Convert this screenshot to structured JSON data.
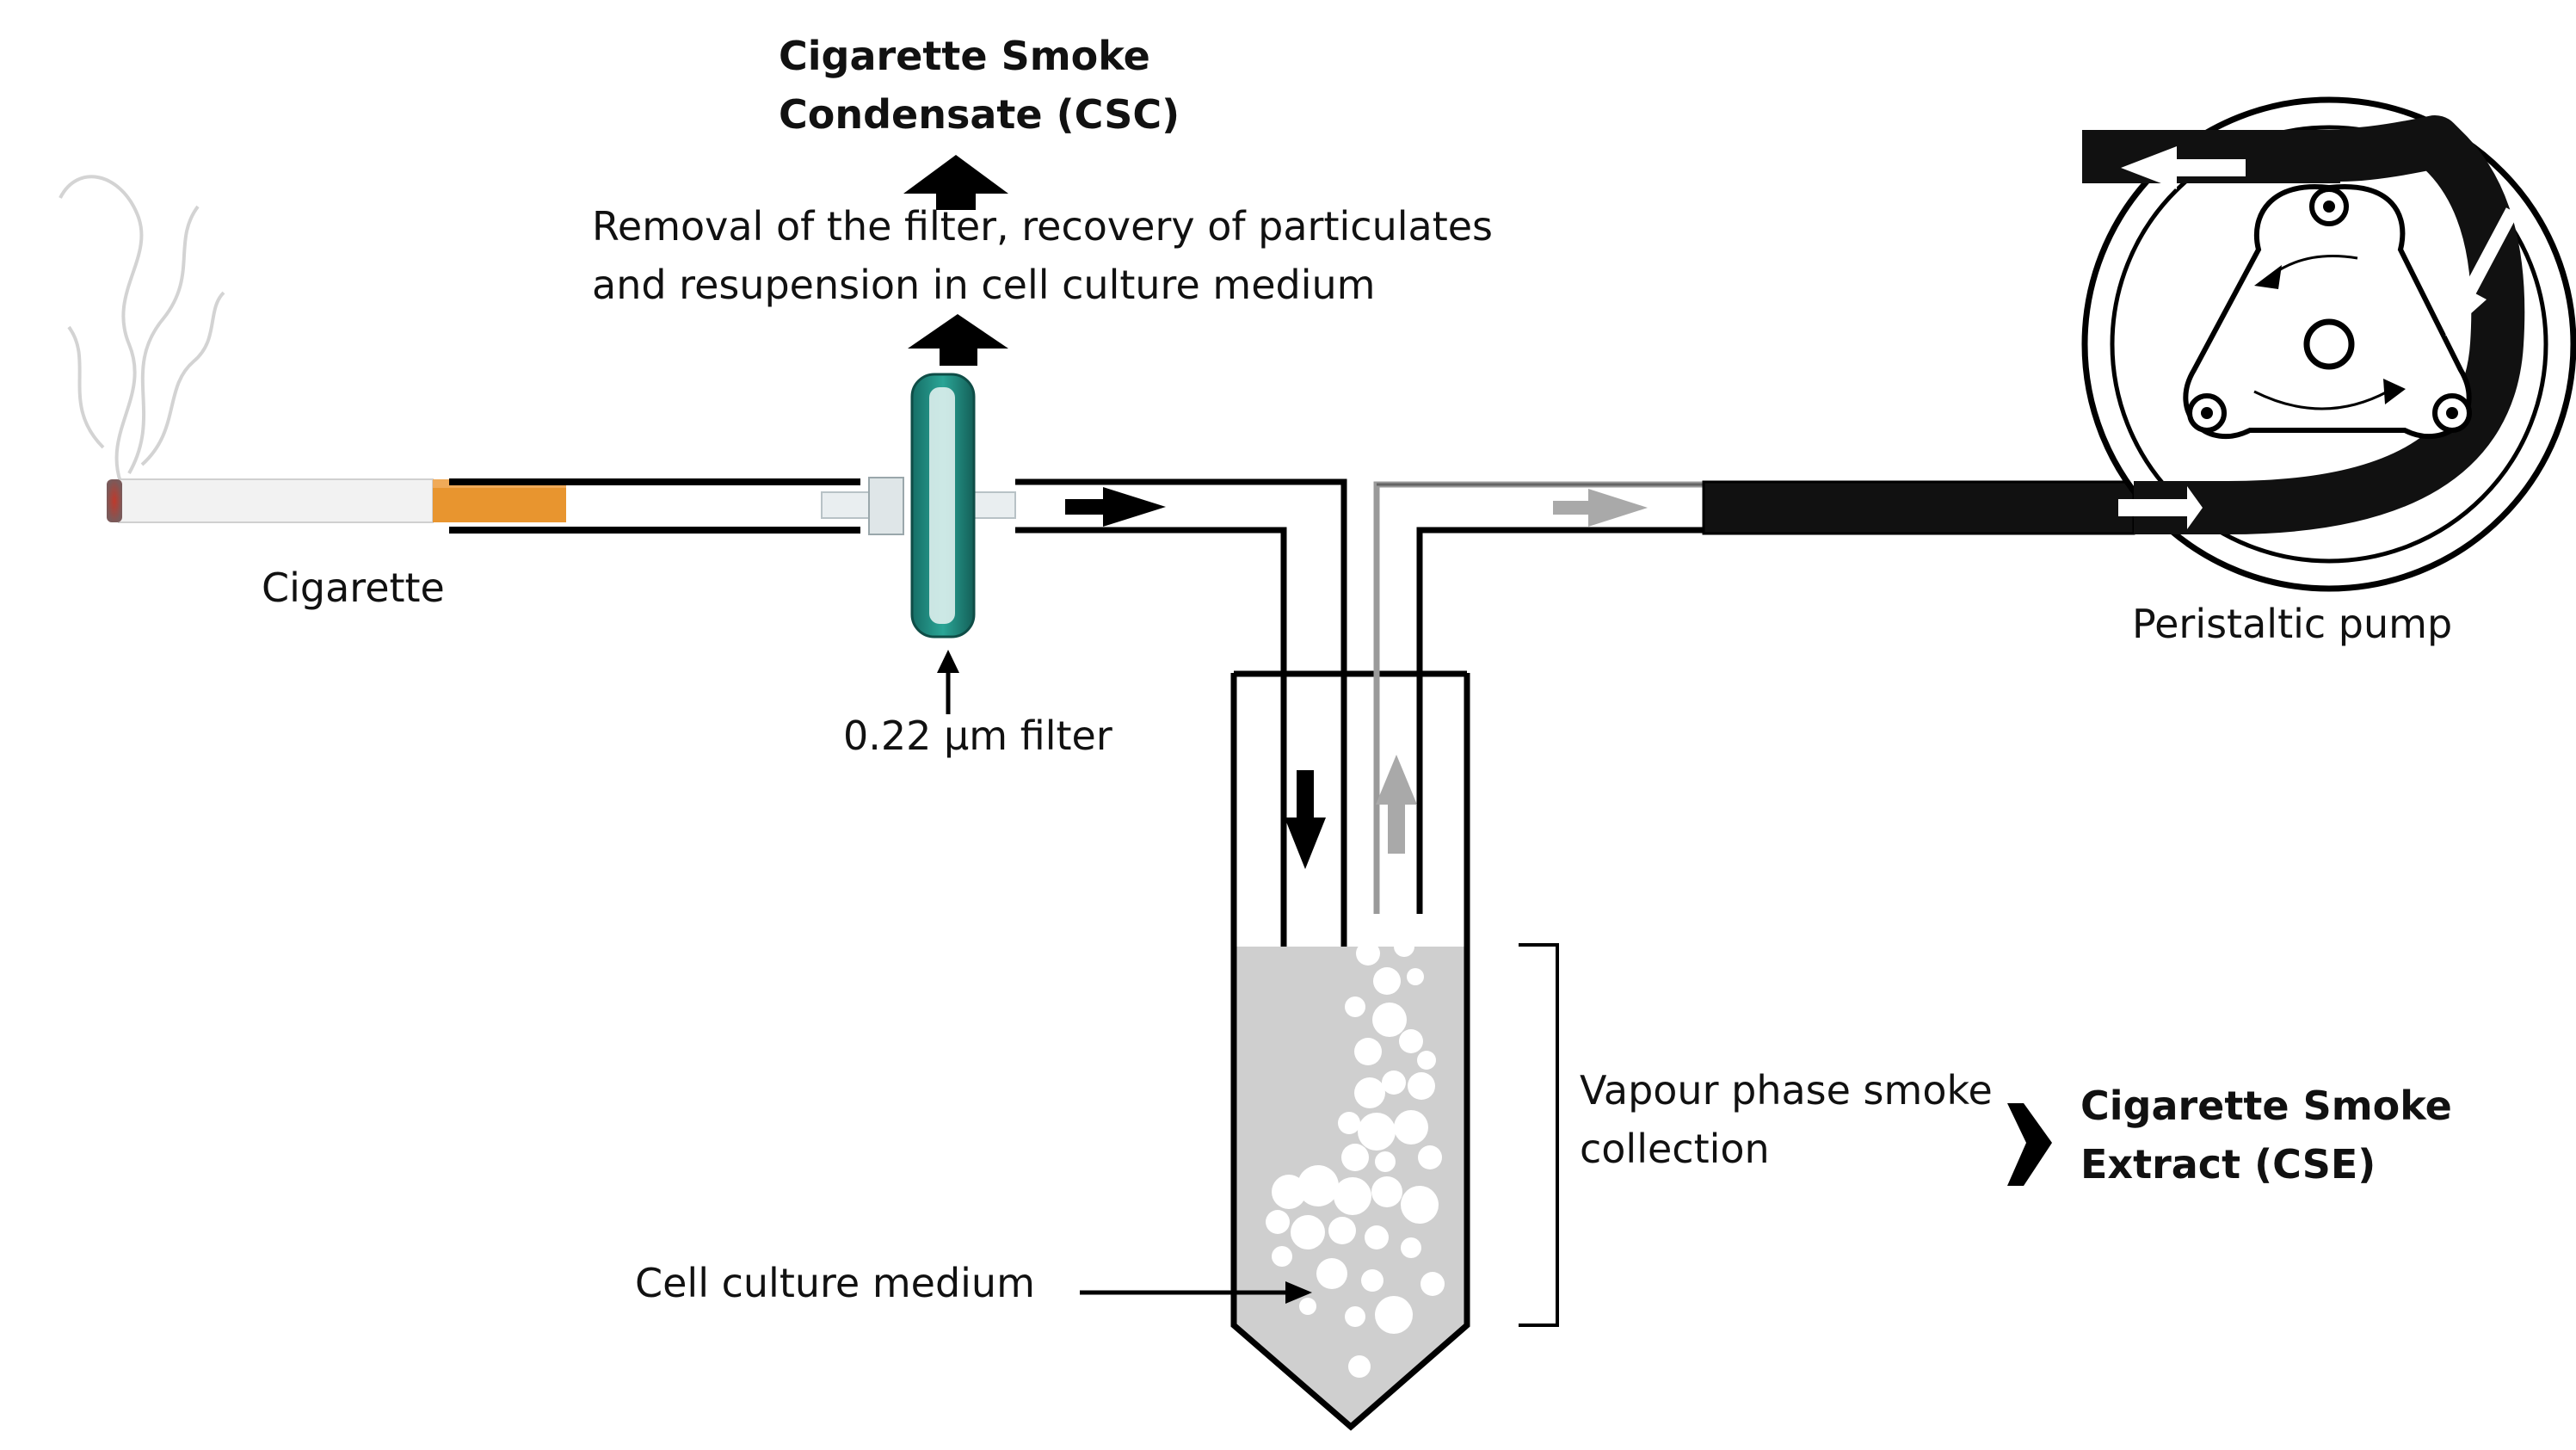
{
  "labels": {
    "csc_title_line1": "Cigarette Smoke",
    "csc_title_line2": "Condensate (CSC)",
    "removal_line1": "Removal of the filter, recovery of particulates",
    "removal_line2": "and resupension in cell culture  medium",
    "cigarette": "Cigarette",
    "filter": "0.22 µm filter",
    "pump": "Peristaltic pump",
    "vapour_line1": "Vapour phase smoke",
    "vapour_line2": "collection",
    "cse_line1": "Cigarette Smoke",
    "cse_line2": "Extract (CSE)",
    "medium": "Cell culture  medium"
  },
  "colors": {
    "line": "#000000",
    "filter_teal": "#1f8a80",
    "medium_fill": "#cfcfcf",
    "bubble": "#ffffff",
    "gray_arrow": "#a9a9a9",
    "cigarette_paper": "#f2f2f2",
    "cigarette_filter": "#e8952f",
    "pump_tube": "#111111"
  },
  "icons": [
    "smoke-wisp-icon",
    "cigarette-icon",
    "syringe-filter-icon",
    "peristaltic-pump-icon",
    "collection-tube-icon"
  ]
}
